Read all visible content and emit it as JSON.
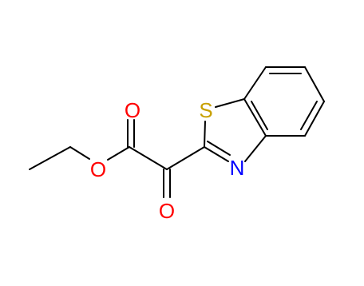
{
  "molecule": {
    "atom_labels": {
      "carbonyl_oxygen_ester": "O",
      "ester_oxygen": "O",
      "keto_oxygen": "O",
      "ring_sulfur": "S",
      "ring_nitrogen": "N"
    },
    "colors": {
      "bond": "#000000",
      "oxygen": "#ff0000",
      "sulfur": "#c8a000",
      "nitrogen": "#0000ff"
    }
  }
}
